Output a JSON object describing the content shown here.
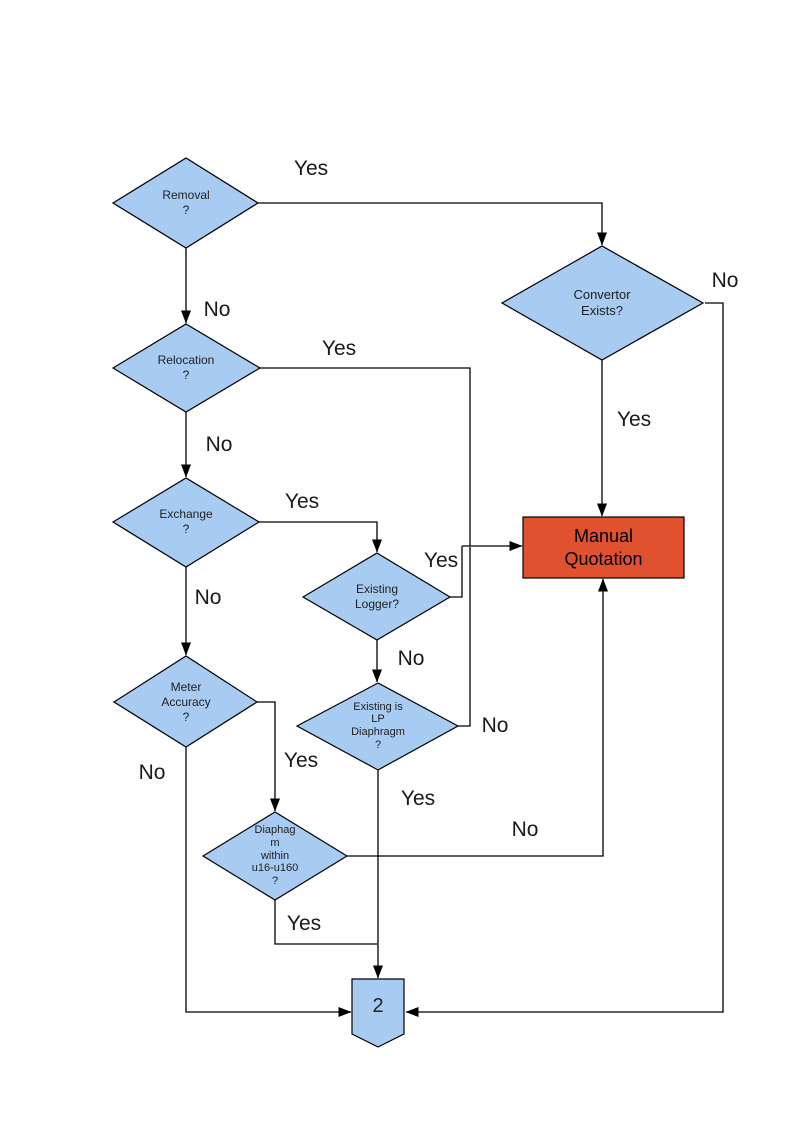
{
  "colors": {
    "node_fill": "#a8cbf2",
    "node_border": "#000000",
    "terminal_fill": "#e0512f",
    "line": "#000000",
    "label_text": "#1a1a1a"
  },
  "nodes": {
    "removal": {
      "label": "Removal\n?"
    },
    "convertor": {
      "label": "Convertor\nExists?"
    },
    "relocation": {
      "label": "Relocation\n?"
    },
    "exchange": {
      "label": "Exchange\n?"
    },
    "existing_logger": {
      "label": "Existing\nLogger?"
    },
    "meter_accuracy": {
      "label": "Meter\nAccuracy\n?"
    },
    "lp_diaphragm": {
      "label": "Existing is\nLP\nDiaphragm\n?"
    },
    "diaphagm_range": {
      "label": "Diaphag\nm\nwithin\nu16-u160\n?"
    },
    "manual_quotation": {
      "label": "Manual\nQuotation"
    },
    "connector_2": {
      "label": "2"
    }
  },
  "edge_labels": {
    "removal_yes": {
      "text": "Yes"
    },
    "removal_no": {
      "text": "No"
    },
    "relocation_yes": {
      "text": "Yes"
    },
    "relocation_no": {
      "text": "No"
    },
    "exchange_yes": {
      "text": "Yes"
    },
    "exchange_no": {
      "text": "No"
    },
    "logger_yes": {
      "text": "Yes"
    },
    "logger_no": {
      "text": "No"
    },
    "lp_yes": {
      "text": "Yes"
    },
    "lp_no": {
      "text": "No"
    },
    "meter_yes": {
      "text": "Yes"
    },
    "meter_no": {
      "text": "No"
    },
    "diaphagm_yes": {
      "text": "Yes"
    },
    "diaphagm_no": {
      "text": "No"
    },
    "convertor_yes": {
      "text": "Yes"
    },
    "convertor_no": {
      "text": "No"
    }
  }
}
